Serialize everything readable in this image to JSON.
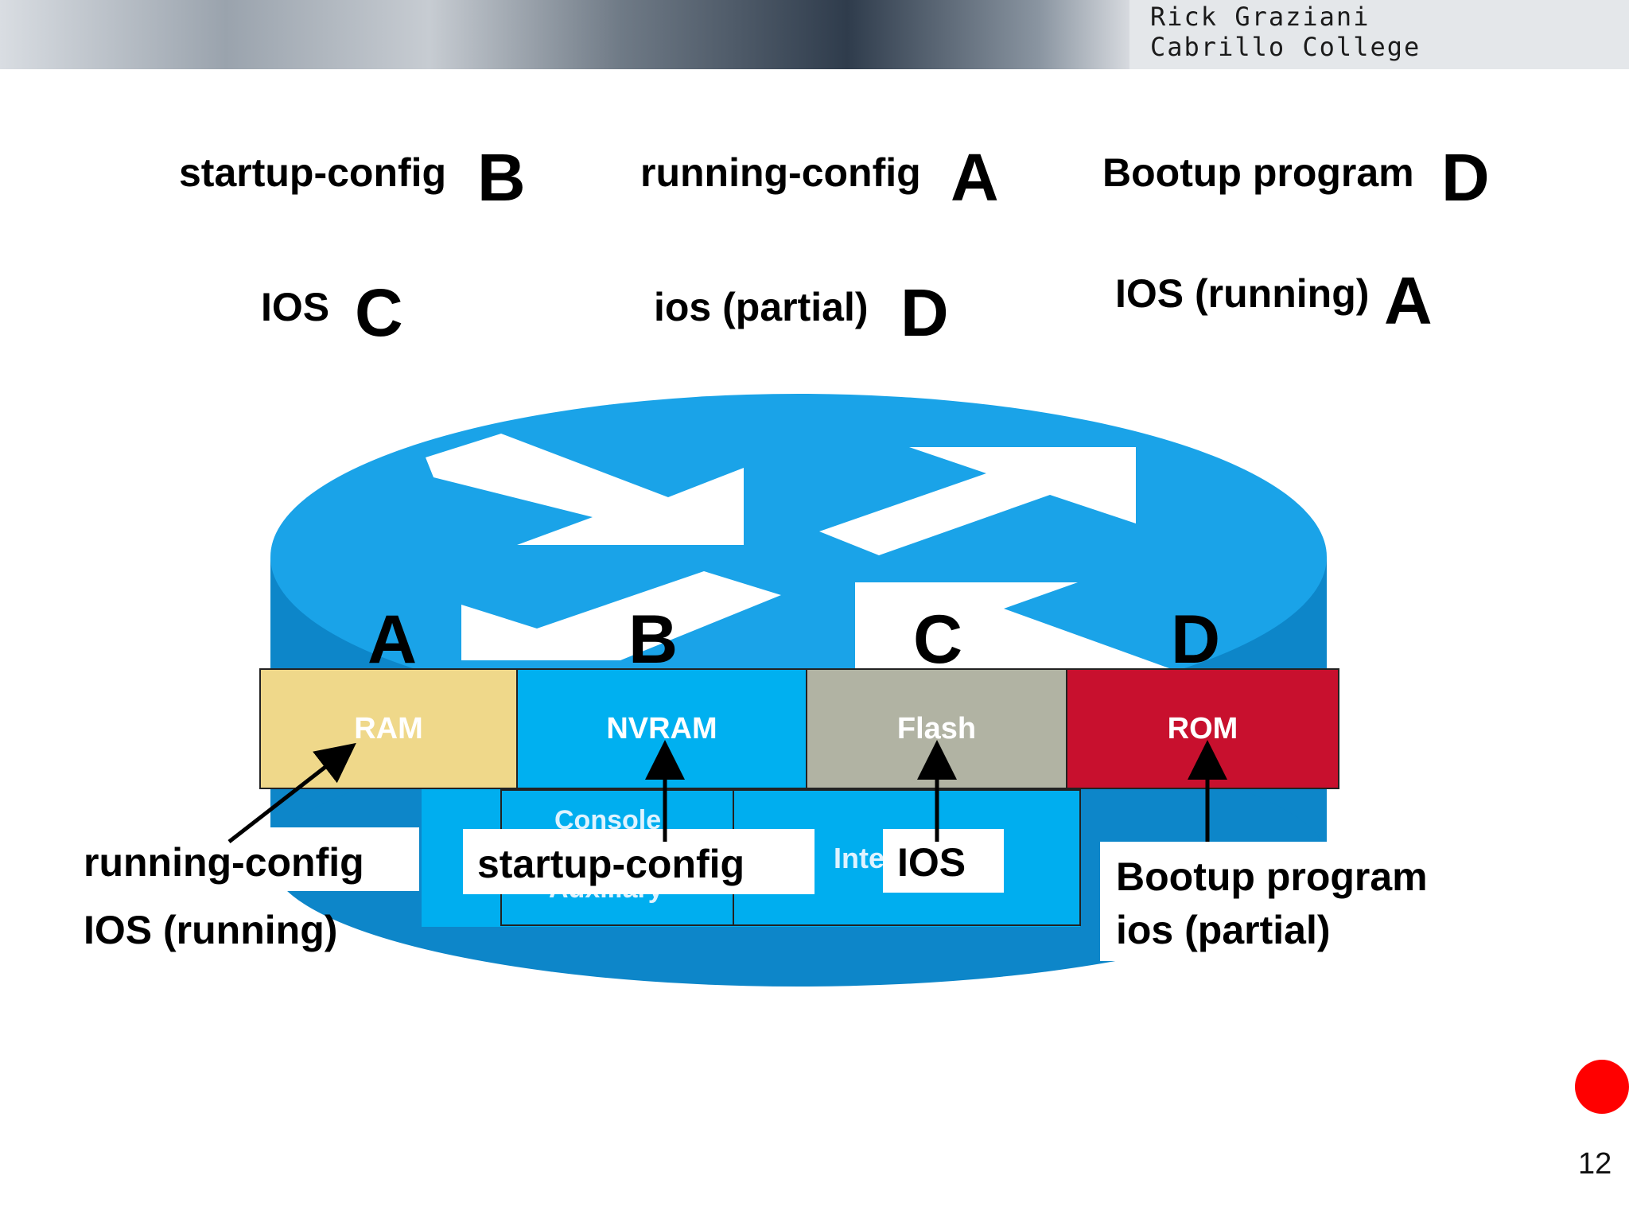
{
  "header": {
    "author": "Rick Graziani\nCabrillo College"
  },
  "quiz": [
    {
      "term": "startup-config",
      "answer": "B"
    },
    {
      "term": "running-config",
      "answer": "A"
    },
    {
      "term": "Bootup program",
      "answer": "D"
    },
    {
      "term": "IOS",
      "answer": "C"
    },
    {
      "term": "ios (partial)",
      "answer": "D"
    },
    {
      "term": "IOS (running)",
      "answer": "A"
    }
  ],
  "router": {
    "slots": [
      "A",
      "B",
      "C",
      "D"
    ],
    "memory": [
      {
        "label": "RAM",
        "color": "#efd88a"
      },
      {
        "label": "NVRAM",
        "color": "#00b0f0"
      },
      {
        "label": "Flash",
        "color": "#b1b3a3"
      },
      {
        "label": "ROM",
        "color": "#c8102e"
      }
    ],
    "ports": {
      "console": "Console",
      "auxiliary": "Auxiliary",
      "interfaces": "Inte"
    },
    "body_color": "#1aa3e8"
  },
  "callouts": {
    "ram": [
      "running-config",
      "IOS (running)"
    ],
    "nvram": "startup-config",
    "flash": "IOS",
    "rom": [
      "Bootup program",
      "ios (partial)"
    ]
  },
  "page_number": "12"
}
